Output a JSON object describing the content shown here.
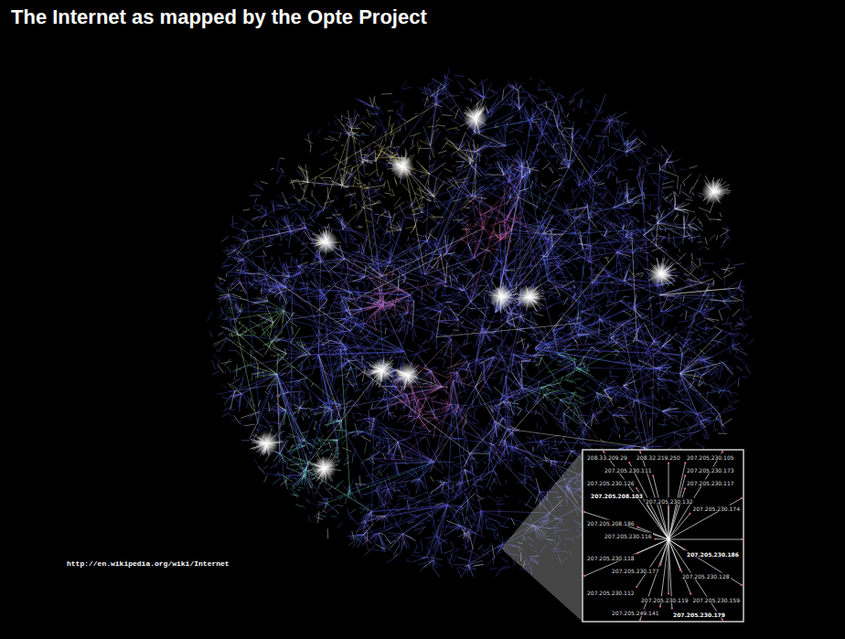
{
  "diagram": {
    "title": "The Internet as mapped by the Opte Project",
    "labels": [
      "http://en.wikipedia.org/wiki/Internet",
      "208.33.209.29",
      "208.32.219.250",
      "207.205.230.105",
      "207.205.230.111",
      "207.205.230.173",
      "207.205.230.126",
      "207.205.230.117",
      "207.205.208.103",
      "207.205.230.132",
      "207.205.230.174",
      "207.205.208.186",
      "207.205.230.116",
      "207.205.230.186",
      "207.205.230.118",
      "207.205.230.177",
      "207.205.230.128",
      "207.205.230.112",
      "207.205.230.119",
      "207.205.230.159",
      "207.205.249.141",
      "207.205.230.179"
    ]
  }
}
